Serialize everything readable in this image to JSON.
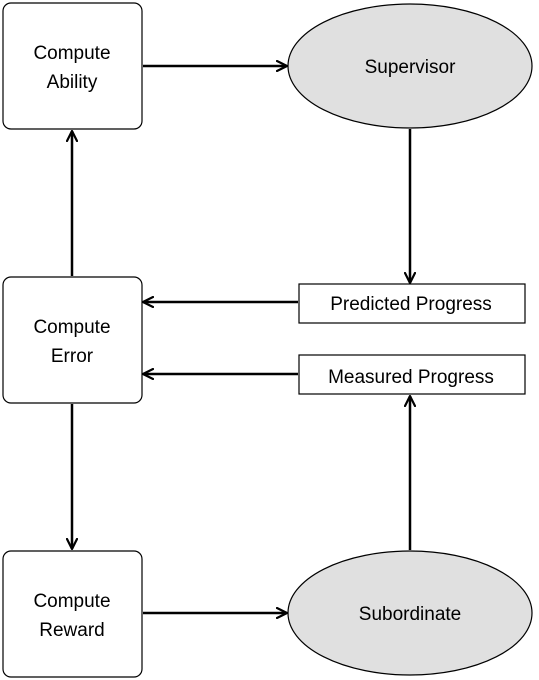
{
  "nodes": {
    "compute_ability": {
      "line1": "Compute",
      "line2": "Ability"
    },
    "compute_error": {
      "line1": "Compute",
      "line2": "Error"
    },
    "compute_reward": {
      "line1": "Compute",
      "line2": "Reward"
    },
    "supervisor": {
      "label": "Supervisor"
    },
    "subordinate": {
      "label": "Subordinate"
    },
    "predicted_progress": {
      "label": "Predicted Progress"
    },
    "measured_progress": {
      "label": "Measured Progress"
    }
  },
  "colors": {
    "stroke": "#000000",
    "box_fill": "#ffffff",
    "ellipse_fill": "#e0e0e0"
  }
}
